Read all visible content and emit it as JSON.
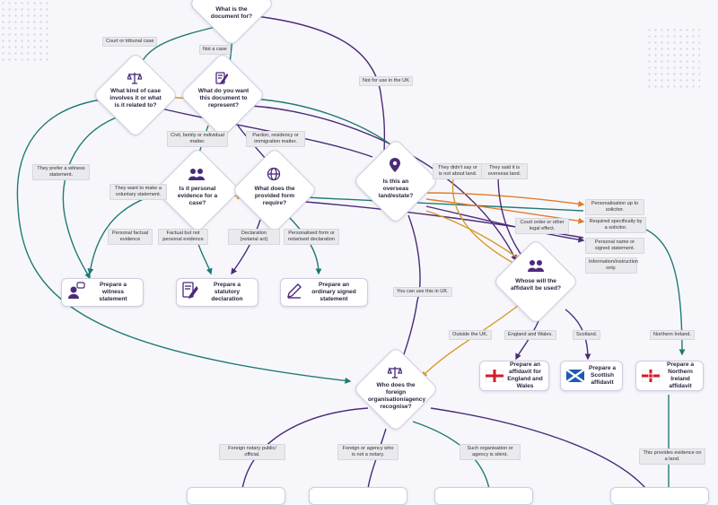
{
  "colors": {
    "purple": "#4b2a7a",
    "teal": "#1f7a73",
    "gold": "#d49b2a",
    "orange": "#e27a28",
    "node_border": "#cfcde0",
    "tag_bg": "#e9e9ee"
  },
  "decisions": {
    "doc": {
      "label": "What is the document for?",
      "icon": "document-icon"
    },
    "case": {
      "label": "What kind of case involves it or what is it related to?",
      "icon": "scales-icon"
    },
    "represent": {
      "label": "What do you want this document to represent?",
      "icon": "pen-document-icon"
    },
    "personal_evidence": {
      "label": "Is it personal evidence for a case?",
      "icon": "people-icon"
    },
    "form": {
      "label": "What does the provided form require?",
      "icon": "globe-icon"
    },
    "overseas": {
      "label": "Is this an overseas land/estate?",
      "icon": "location-pin-icon"
    },
    "affidavit": {
      "label": "Whose will the affidavit be used?",
      "icon": "people-icon"
    },
    "foreign": {
      "label": "Who does the foreign organisation/agency recognise?",
      "icon": "scales-icon"
    }
  },
  "tags": {
    "court": "Court or tribunal case",
    "not_case": "Not a case",
    "not_uk": "Not for use in the UK",
    "civil": "Civil, family or individual matter.",
    "pardon": "Pardon, residency or immigration matter.",
    "witness_pref": "They prefer a witness statement.",
    "voluntary": "They want to make a voluntary statement.",
    "personal_factual": "Personal factual evidence",
    "factual_not": "Factual but not personal evidence",
    "declaration": "Declaration (notarial act)",
    "personalised": "Personalised form or notarised declaration",
    "didnt_say": "They didn't say or is not about land.",
    "said_overseas": "They said it is overseas land.",
    "personalisation": "Personalisation up to solicitor.",
    "required_solicitor": "Required specifically by a solicitor.",
    "court_order": "Court order or other legal effect.",
    "personal_name": "Personal name or signed statement.",
    "information": "Information/instruction only.",
    "use_uk": "You can use this in UK.",
    "outside_uk": "Outside the UK.",
    "england": "England and Wales.",
    "scotland": "Scotland.",
    "ni": "Northern Ireland.",
    "foreign_notary": "Foreign notary public/ official.",
    "foreign_agency": "Foreign or agency who is not a notary.",
    "silent": "Such organisation or agency is silent.",
    "evidence_land": "This provides evidence on a land."
  },
  "results": {
    "witness": "Prepare a witness statement",
    "statutory": "Prepare a statutory declaration",
    "ordinary": "Prepare an ordinary signed statement",
    "england_affidavit": "Prepare an affidavit for England and Wales",
    "scottish_affidavit": "Prepare a Scottish affidavit",
    "ni_affidavit": "Prepare a Northern Ireland affidavit"
  }
}
